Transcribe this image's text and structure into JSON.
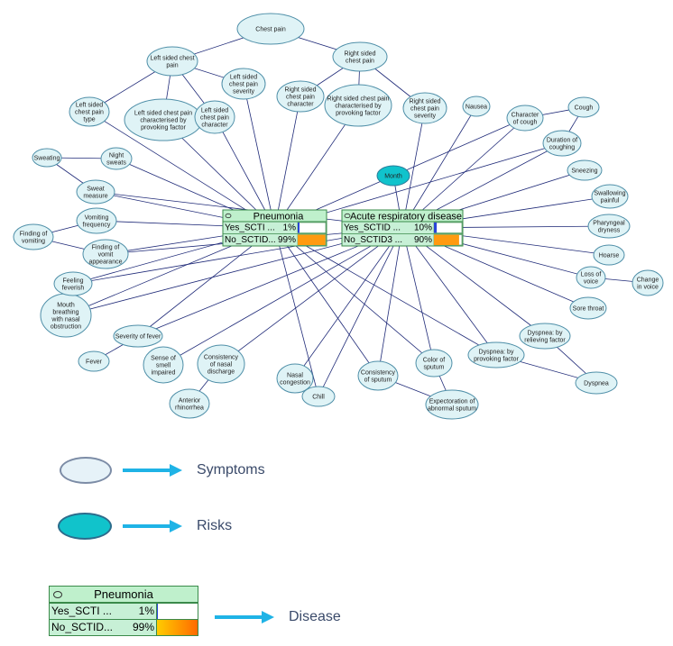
{
  "nodes": [
    {
      "id": "chest_pain",
      "lines": [
        "Chest pain"
      ],
      "type": "symptom"
    },
    {
      "id": "left_cp",
      "lines": [
        "Left sided chest",
        "pain"
      ],
      "type": "symptom"
    },
    {
      "id": "right_cp",
      "lines": [
        "Right sided",
        "chest pain"
      ],
      "type": "symptom"
    },
    {
      "id": "left_cp_type",
      "lines": [
        "Left sided",
        "chest pain",
        "type"
      ],
      "type": "symptom"
    },
    {
      "id": "left_cp_prov",
      "lines": [
        "Left sided chest pain",
        "characterised by",
        "provoking factor"
      ],
      "type": "symptom"
    },
    {
      "id": "left_cp_char",
      "lines": [
        "Left sided",
        "chest pain",
        "character"
      ],
      "type": "symptom"
    },
    {
      "id": "left_cp_sev",
      "lines": [
        "Left sided",
        "chest pain",
        "severity"
      ],
      "type": "symptom"
    },
    {
      "id": "right_cp_char",
      "lines": [
        "Right sided",
        "chest pain",
        "character"
      ],
      "type": "symptom"
    },
    {
      "id": "right_cp_prov",
      "lines": [
        "Right sided chest pain",
        "characterised by",
        "provoking factor"
      ],
      "type": "symptom"
    },
    {
      "id": "right_cp_sev",
      "lines": [
        "Right sided",
        "chest pain",
        "severity"
      ],
      "type": "symptom"
    },
    {
      "id": "nausea",
      "lines": [
        "Nausea"
      ],
      "type": "symptom"
    },
    {
      "id": "char_cough",
      "lines": [
        "Character",
        "of cough"
      ],
      "type": "symptom"
    },
    {
      "id": "cough",
      "lines": [
        "Cough"
      ],
      "type": "symptom"
    },
    {
      "id": "dur_cough",
      "lines": [
        "Duration of",
        "coughing"
      ],
      "type": "symptom"
    },
    {
      "id": "sneezing",
      "lines": [
        "Sneezing"
      ],
      "type": "symptom"
    },
    {
      "id": "swallow",
      "lines": [
        "Swallowing",
        "painful"
      ],
      "type": "symptom"
    },
    {
      "id": "pharyn",
      "lines": [
        "Pharyngeal",
        "dryness"
      ],
      "type": "symptom"
    },
    {
      "id": "hoarse",
      "lines": [
        "Hoarse"
      ],
      "type": "symptom"
    },
    {
      "id": "change_voice",
      "lines": [
        "Change",
        "in voice"
      ],
      "type": "symptom"
    },
    {
      "id": "loss_voice",
      "lines": [
        "Loss of",
        "voice"
      ],
      "type": "symptom"
    },
    {
      "id": "sore_throat",
      "lines": [
        "Sore throat"
      ],
      "type": "symptom"
    },
    {
      "id": "dysp_rel",
      "lines": [
        "Dyspnea: by",
        "relieving factor"
      ],
      "type": "symptom"
    },
    {
      "id": "dysp_prov",
      "lines": [
        "Dyspnea: by",
        "provoking factor"
      ],
      "type": "symptom"
    },
    {
      "id": "dyspnea",
      "lines": [
        "Dyspnea"
      ],
      "type": "symptom"
    },
    {
      "id": "color_sputum",
      "lines": [
        "Color of",
        "sputum"
      ],
      "type": "symptom"
    },
    {
      "id": "expect",
      "lines": [
        "Expectoration of",
        "abnormal sputum"
      ],
      "type": "symptom"
    },
    {
      "id": "cons_sputum",
      "lines": [
        "Consistency",
        "of sputum"
      ],
      "type": "symptom"
    },
    {
      "id": "chill",
      "lines": [
        "Chill"
      ],
      "type": "symptom"
    },
    {
      "id": "nasal_cong",
      "lines": [
        "Nasal",
        "congestion"
      ],
      "type": "symptom"
    },
    {
      "id": "cons_nasal",
      "lines": [
        "Consistency",
        "of nasal",
        "discharge"
      ],
      "type": "symptom"
    },
    {
      "id": "ant_rhin",
      "lines": [
        "Anterior",
        "rhinorrhea"
      ],
      "type": "symptom"
    },
    {
      "id": "smell",
      "lines": [
        "Sense of",
        "smell",
        "impaired"
      ],
      "type": "symptom"
    },
    {
      "id": "sev_fever",
      "lines": [
        "Severity of fever"
      ],
      "type": "symptom"
    },
    {
      "id": "fever",
      "lines": [
        "Fever"
      ],
      "type": "symptom"
    },
    {
      "id": "mouth",
      "lines": [
        "Mouth",
        "breathing",
        "with nasal",
        "obstruction"
      ],
      "type": "symptom"
    },
    {
      "id": "feverish",
      "lines": [
        "Feeling",
        "feverish"
      ],
      "type": "symptom"
    },
    {
      "id": "vomit_app",
      "lines": [
        "Finding of",
        "vomit",
        "appearance"
      ],
      "type": "symptom"
    },
    {
      "id": "vomit_find",
      "lines": [
        "Finding of",
        "vomiting"
      ],
      "type": "symptom"
    },
    {
      "id": "vomit_freq",
      "lines": [
        "Vomiting",
        "frequency"
      ],
      "type": "symptom"
    },
    {
      "id": "sweat_meas",
      "lines": [
        "Sweat",
        "measure"
      ],
      "type": "symptom"
    },
    {
      "id": "sweating",
      "lines": [
        "Sweating"
      ],
      "type": "symptom"
    },
    {
      "id": "night_sweats",
      "lines": [
        "Night",
        "sweats"
      ],
      "type": "symptom"
    },
    {
      "id": "month",
      "lines": [
        "Month"
      ],
      "type": "risk"
    }
  ],
  "diseases": [
    {
      "id": "pneumonia",
      "title": "Pneumonia",
      "rows": [
        {
          "label": "Yes_SCTI ...",
          "pct": "1%",
          "value": 1
        },
        {
          "label": "No_SCTID...",
          "pct": "99%",
          "value": 99
        }
      ]
    },
    {
      "id": "ard",
      "title": "Acute respiratory disease",
      "rows": [
        {
          "label": "Yes_SCTID ...",
          "pct": "10%",
          "value": 10
        },
        {
          "label": "No_SCTID3 ...",
          "pct": "90%",
          "value": 90
        }
      ]
    }
  ],
  "legend": {
    "symptoms_label": "Symptoms",
    "risks_label": "Risks",
    "disease_label": "Disease",
    "sample": {
      "title": "Pneumonia",
      "rows": [
        {
          "label": "Yes_SCTI ...",
          "pct": "1%",
          "value": 1
        },
        {
          "label": "No_SCTID...",
          "pct": "99%",
          "value": 99
        }
      ]
    }
  },
  "colors": {
    "symptom_fill": "#dff3f6",
    "risk_fill": "#10c3cc",
    "disease_fill": "#c7f0d6",
    "edge": "#1f2a78",
    "legend_arrow": "#1fb3e6"
  }
}
